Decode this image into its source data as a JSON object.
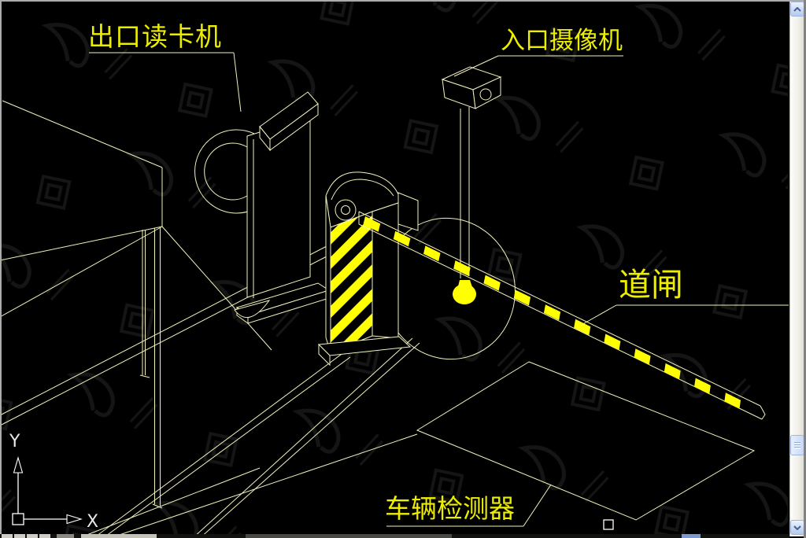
{
  "window": {
    "type": "cad-drawing-viewport",
    "watermark_visible": true
  },
  "drawing": {
    "labels": {
      "exit_card_reader": "出口读卡机",
      "entrance_camera": "入口摄像机",
      "barrier_gate": "道闸",
      "vehicle_detector": "车辆检测器"
    },
    "ucs": {
      "x_label": "X",
      "y_label": "Y"
    },
    "colors": {
      "background": "#000000",
      "line": "#F2F2BE",
      "label_text": "#EDED00",
      "hazard_yellow": "#FFFF00",
      "ucs_icon": "#FFFFFF",
      "chrome_gray": "#ABABAB",
      "scroll_button": "#CBDAF6",
      "scroll_chevron": "#44618E"
    }
  },
  "scrollbar": {
    "orientation": "vertical",
    "up_icon": "chevron-up",
    "down_icon": "chevron-down",
    "thumb_icon": "grip-lines"
  }
}
